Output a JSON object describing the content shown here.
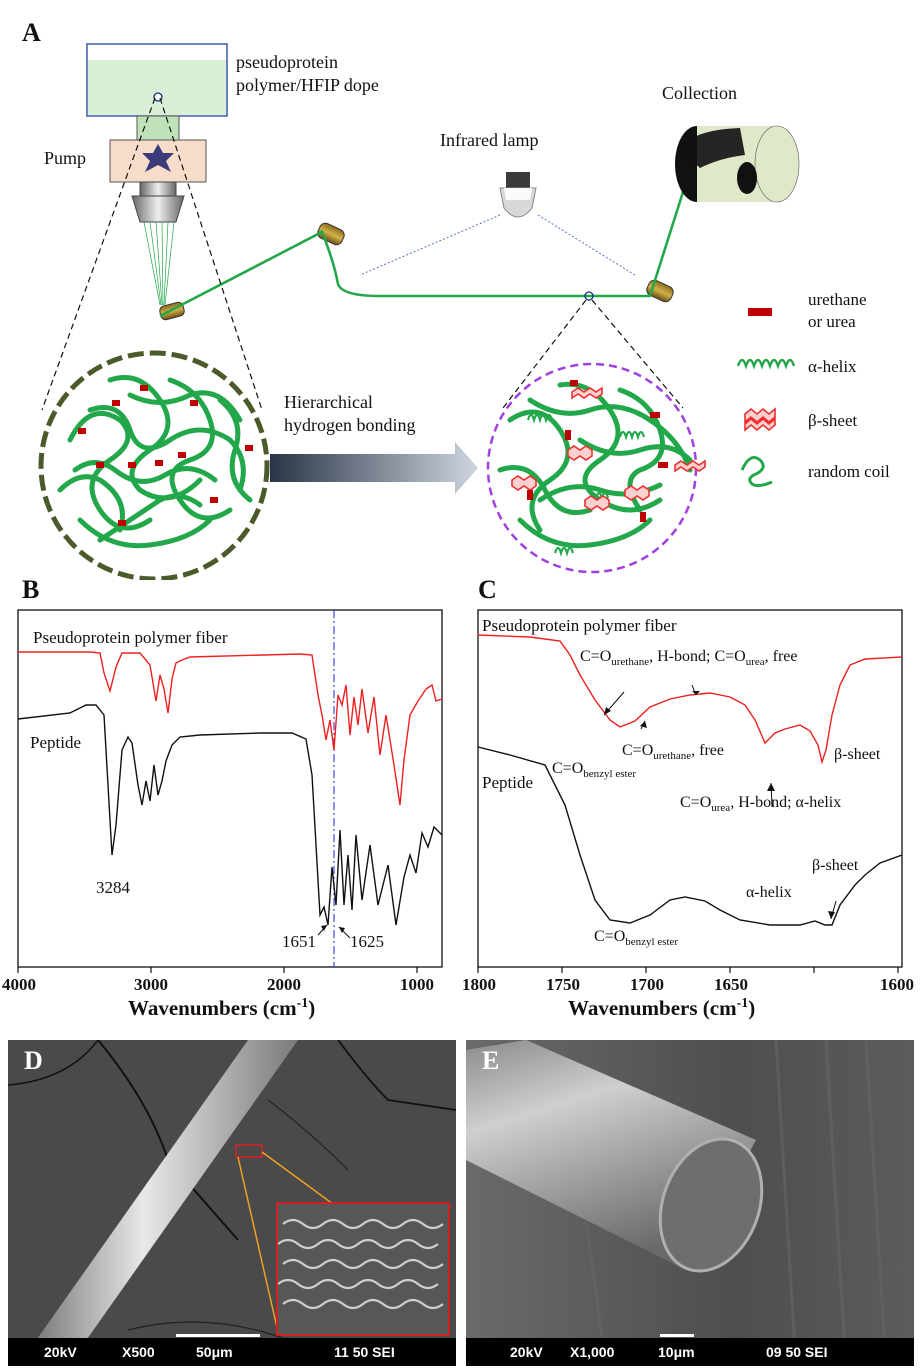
{
  "panels": {
    "a": "A",
    "b": "B",
    "c": "C",
    "d": "D",
    "e": "E"
  },
  "schematic": {
    "dope_label_1": "pseudoprotein",
    "dope_label_2": "polymer/HFIP dope",
    "pump_label": "Pump",
    "lamp_label": "Infrared lamp",
    "collection_label": "Collection",
    "bonding_label_1": "Hierarchical",
    "bonding_label_2": "hydrogen bonding",
    "legend": {
      "urethane_1": "urethane",
      "urethane_2": "or urea",
      "helix": "α-helix",
      "sheet": "β-sheet",
      "coil": "random coil"
    },
    "colors": {
      "fiber": "#22a84a",
      "urea": "#c00000",
      "sheet": "#ee3030",
      "dash_a": "#4a5a2a",
      "dash_b": "#a040e0"
    }
  },
  "spectrum_b": {
    "top_label": "Pseudoprotein polymer fiber",
    "bottom_label": "Peptide",
    "ann_3284": "3284",
    "ann_1651": "1651",
    "ann_1625": "1625",
    "xlabel": "Wavenumbers (cm",
    "xlabel_sup": "-1",
    "xlabel_end": ")",
    "ticks": [
      "4000",
      "3000",
      "2000",
      "1000"
    ]
  },
  "spectrum_c": {
    "top_label": "Pseudoprotein polymer fiber",
    "bottom_label": "Peptide",
    "ann_hbond": {
      "a": "C=O",
      "b": "urethane",
      "c": ", H-bond; C=O",
      "d": "urea",
      "e": ", free"
    },
    "ann_benzyl_top": {
      "a": "C=O",
      "b": "benzyl ester"
    },
    "ann_urethane_free": {
      "a": "C=O",
      "b": "urethane",
      "c": ", free"
    },
    "ann_urea_hbond": {
      "a": "C=O",
      "b": "urea",
      "c": ", H-bond;  α-helix"
    },
    "ann_sheet_top": "β-sheet",
    "ann_helix": "α-helix",
    "ann_sheet_bottom": "β-sheet",
    "ann_benzyl_bottom": {
      "a": "C=O",
      "b": "benzyl ester"
    },
    "xlabel": "Wavenumbers (cm",
    "xlabel_sup": "-1",
    "xlabel_end": ")",
    "ticks": [
      "1800",
      "1750",
      "1700",
      "1650",
      "1600"
    ]
  },
  "sem_d": {
    "kv": "20kV",
    "mag": "X500",
    "scale": "50μm",
    "code": "11 50 SEI"
  },
  "sem_e": {
    "kv": "20kV",
    "mag": "X1,000",
    "scale": "10μm",
    "code": "09 50 SEI"
  }
}
